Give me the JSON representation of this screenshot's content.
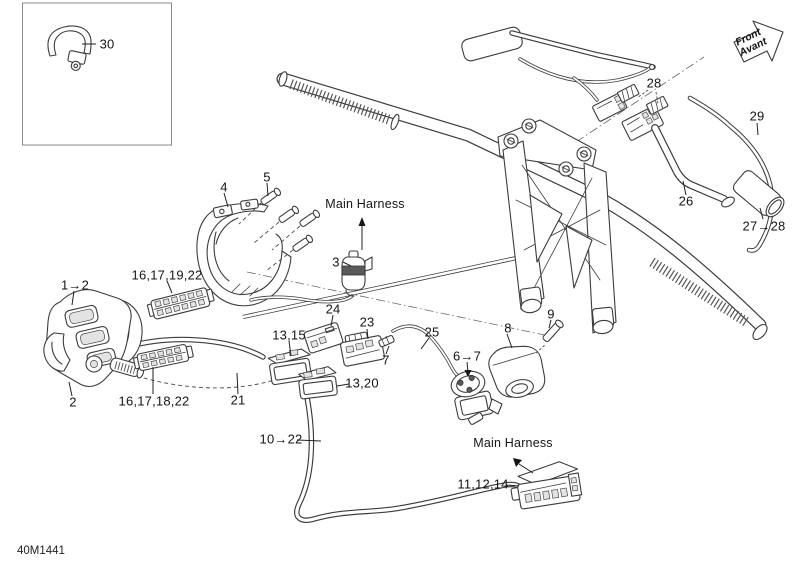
{
  "diagram": {
    "code": "40M1441",
    "front_arrow": {
      "line1": "Front",
      "line2": "Avant"
    },
    "annotations": [
      {
        "id": "main-harness-top",
        "text": "Main Harness"
      },
      {
        "id": "main-harness-bottom",
        "text": "Main Harness"
      }
    ],
    "callouts": [
      {
        "id": "30",
        "text": "30"
      },
      {
        "id": "4",
        "text": "4"
      },
      {
        "id": "5",
        "text": "5"
      },
      {
        "id": "3",
        "text": "3"
      },
      {
        "id": "1-2",
        "text": "1→2"
      },
      {
        "id": "2",
        "text": "2"
      },
      {
        "id": "16-17-19-22",
        "text": "16,17,19,22"
      },
      {
        "id": "16-17-18-22",
        "text": "16,17,18,22"
      },
      {
        "id": "21",
        "text": "21"
      },
      {
        "id": "13-15",
        "text": "13,15"
      },
      {
        "id": "24",
        "text": "24"
      },
      {
        "id": "23",
        "text": "23"
      },
      {
        "id": "7",
        "text": "7"
      },
      {
        "id": "25",
        "text": "25"
      },
      {
        "id": "6-7",
        "text": "6→7"
      },
      {
        "id": "8",
        "text": "8"
      },
      {
        "id": "9",
        "text": "9"
      },
      {
        "id": "13-20",
        "text": "13,20"
      },
      {
        "id": "10-22",
        "text": "10→22"
      },
      {
        "id": "11-12-14",
        "text": "11,12,14"
      },
      {
        "id": "26",
        "text": "26"
      },
      {
        "id": "27-28",
        "text": "27→28"
      },
      {
        "id": "29",
        "text": "29"
      },
      {
        "id": "28",
        "text": "28"
      }
    ]
  }
}
